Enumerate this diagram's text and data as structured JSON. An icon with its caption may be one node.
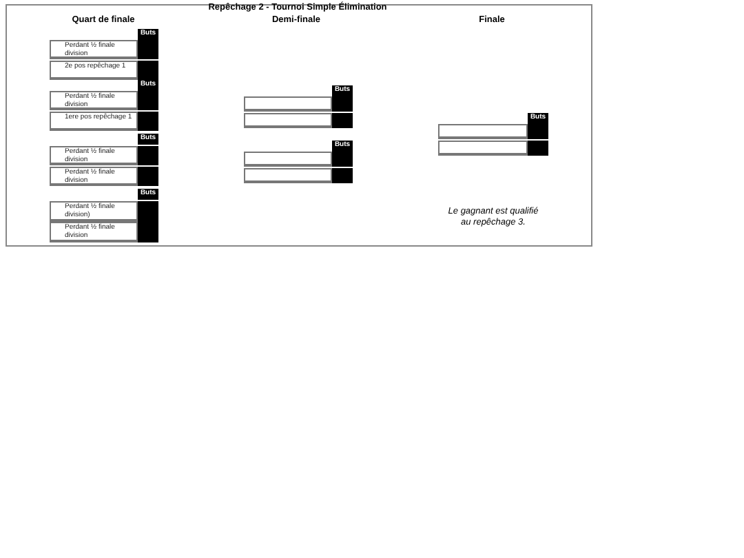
{
  "diagram": {
    "title": "Repêchage 2 - Tournoi Simple Élimination",
    "nodes": [
      {
        "text": [
          "Perdant ½ finale division"
        ]
      },
      {
        "text": [],
        "shape": "square"
      },
      {
        "text": [
          "2e pos repêchage 1"
        ]
      },
      {
        "text": [],
        "shape": "square"
      },
      {
        "text": [
          "Perdant ½ finale division"
        ]
      },
      {
        "text": [],
        "shape": "square"
      },
      {
        "text": [
          "1ere pos repêchage 1"
        ]
      },
      {
        "text": [],
        "shape": "square"
      },
      {
        "text": [
          "Perdant ½ finale division"
        ]
      },
      {
        "text": [],
        "shape": "square"
      },
      {
        "text": [
          "Perdant ½ finale division"
        ]
      },
      {
        "text": [],
        "shape": "square"
      },
      {
        "text": [
          "Perdant ½ finale division)"
        ]
      },
      {
        "text": [],
        "shape": "square"
      },
      {
        "text": [
          "Perdant ½ finale division"
        ]
      },
      {
        "text": [],
        "shape": "square"
      },
      {
        "text": [],
        "shape": "box"
      },
      {
        "text": [],
        "shape": "square"
      },
      {
        "text": [],
        "shape": "box"
      },
      {
        "text": [],
        "shape": "square"
      },
      {
        "text": [],
        "shape": "box"
      },
      {
        "text": [],
        "shape": "square"
      },
      {
        "text": [],
        "shape": "box"
      },
      {
        "text": [],
        "shape": "square"
      },
      {
        "text": [],
        "shape": "box"
      },
      {
        "text": [],
        "shape": "square"
      },
      {
        "text": [],
        "shape": "box"
      },
      {
        "text": [],
        "shape": "square"
      }
    ],
    "labels": [
      "Quart de finale",
      "Demi-finale",
      "Finale",
      "Buts",
      "Buts",
      "Buts",
      "Buts",
      "Buts",
      "Buts",
      "Buts",
      "Le gagnant est qualifié au repêchage 3."
    ]
  }
}
